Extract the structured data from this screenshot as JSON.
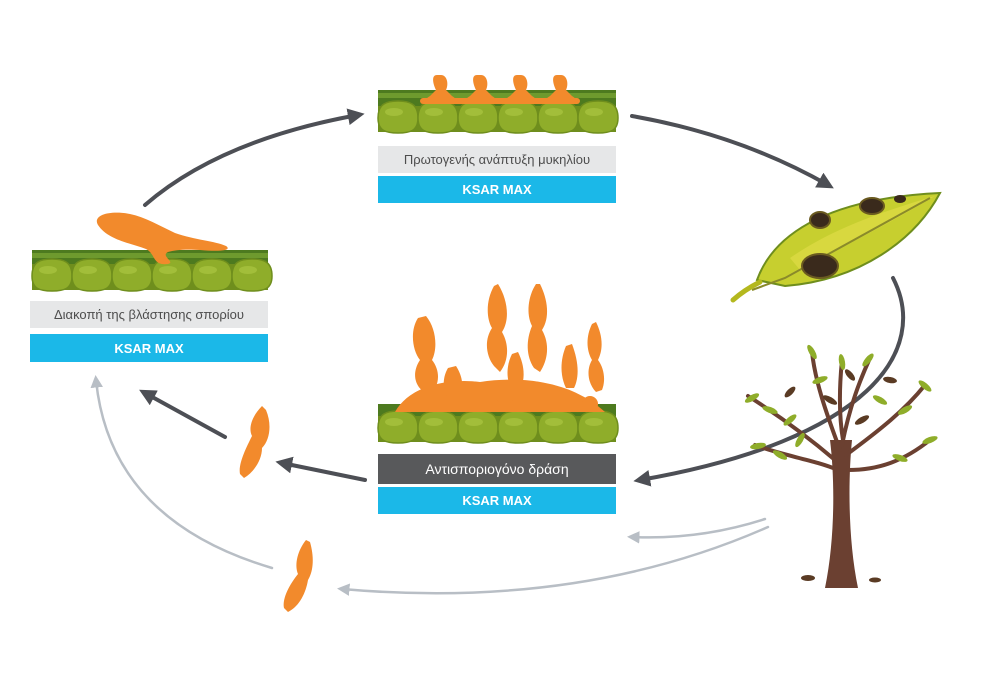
{
  "stages": {
    "primary": {
      "caption": "Πρωτογενής ανάπτυξη  μυκηλίου",
      "product": "KSAR MAX"
    },
    "germination": {
      "caption": "Διακοπή της βλάστησης σπορίου",
      "product": "KSAR MAX"
    },
    "antisporulant": {
      "caption": "Αντισποριογόνο δράση",
      "product": "KSAR MAX"
    }
  },
  "colors": {
    "fungus": "#f28a2c",
    "leaf_tissue": "#8fad2a",
    "cuticle": "#4d7a1f",
    "label_blue": "#1bb8e8",
    "label_grey": "#e6e7e8",
    "label_dark": "#58595b",
    "arrow_dark": "#4d4f55",
    "arrow_light": "#b8bec5"
  },
  "icons": [
    "infected-leaf-icon",
    "olive-tree-icon",
    "spore-icon"
  ]
}
